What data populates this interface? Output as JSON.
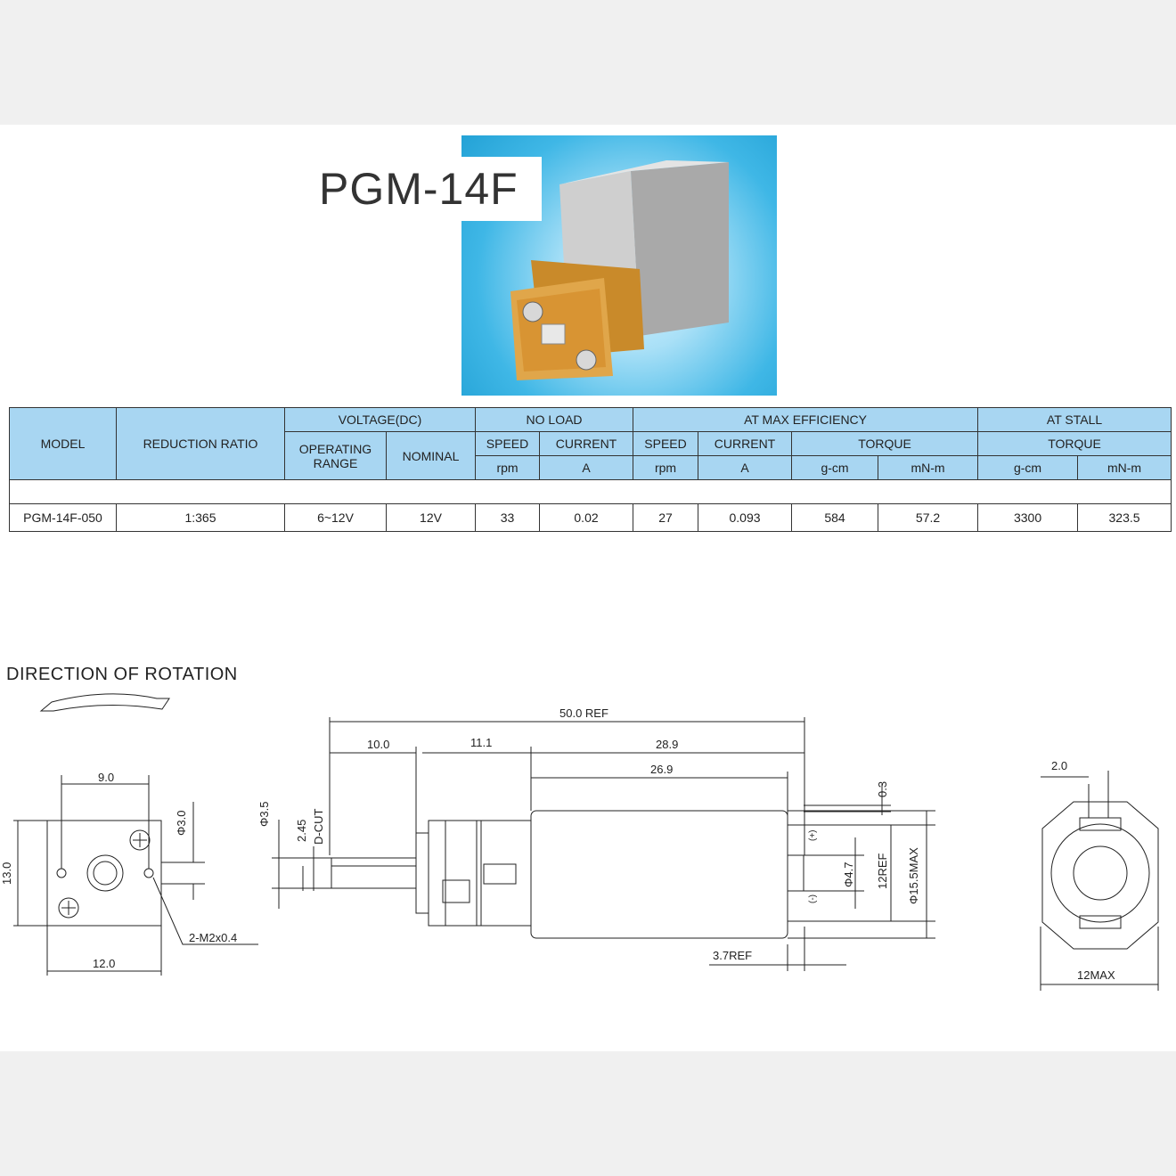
{
  "title": "PGM-14F",
  "table": {
    "model_label": "MODEL",
    "ratio_label": "REDUCTION  RATIO",
    "voltage_label": "VOLTAGE(DC)",
    "operating_label": "OPERATING",
    "range_label": "RANGE",
    "nominal_label": "NOMINAL",
    "no_load_label": "NO LOAD",
    "max_eff_label": "AT MAX EFFICIENCY",
    "stall_label": "AT STALL",
    "speed_label": "SPEED",
    "current_label": "CURRENT",
    "torque_label": "TORQUE",
    "unit_rpm": "rpm",
    "unit_a": "A",
    "unit_gcm": "g-cm",
    "unit_mnm": "mN-m",
    "row": {
      "model": "PGM-14F-050",
      "ratio": "1:365",
      "operating": "6~12V",
      "nominal": "12V",
      "nl_speed": "33",
      "nl_current": "0.02",
      "me_speed": "27",
      "me_current": "0.093",
      "me_torque_gcm": "584",
      "me_torque_mnm": "57.2",
      "st_torque_gcm": "3300",
      "st_torque_mnm": "323.5"
    }
  },
  "rotation_title": "DIRECTION OF ROTATION",
  "dims": {
    "front_width_top": "9.0",
    "front_height": "13.0",
    "front_hole_dia": "Φ3.0",
    "front_screw": "2-M2x0.4",
    "front_width_bottom": "12.0",
    "overall_length": "50.0 REF",
    "shaft_length": "10.0",
    "gear_length": "11.1",
    "motor_length": "28.9",
    "can_length": "26.9",
    "shaft_dia": "Φ3.5",
    "dcut": "2.45",
    "dcut_label": "D-CUT",
    "terminal_gap": "0.3",
    "boss_dia": "Φ4.7",
    "terminal_ref": "12REF",
    "body_dia": "Φ15.5MAX",
    "terminal_len": "3.7REF",
    "plus": "(+)",
    "minus": "(-)",
    "rear_tab": "2.0",
    "rear_width": "12MAX"
  }
}
